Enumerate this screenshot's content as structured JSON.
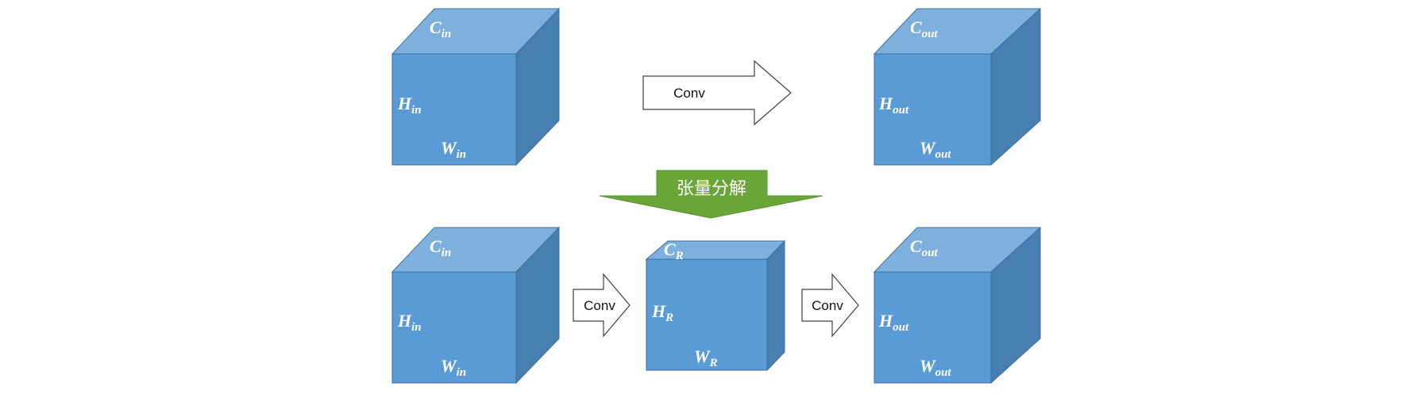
{
  "colors": {
    "cube_front": "#5b9bd5",
    "cube_top": "#7eb0de",
    "cube_side": "#477fb0",
    "cube_edge": "#3f6f9c",
    "banner": "#6aa53a",
    "arrow_fill": "#ffffff",
    "arrow_stroke": "#404040"
  },
  "top_row": {
    "input_cube": {
      "channel": "C",
      "channel_sub": "in",
      "height": "H",
      "height_sub": "in",
      "width": "W",
      "width_sub": "in"
    },
    "arrow": {
      "label": "Conv"
    },
    "output_cube": {
      "channel": "C",
      "channel_sub": "out",
      "height": "H",
      "height_sub": "out",
      "width": "W",
      "width_sub": "out"
    }
  },
  "decomposition": {
    "label": "张量分解"
  },
  "bottom_row": {
    "input_cube": {
      "channel": "C",
      "channel_sub": "in",
      "height": "H",
      "height_sub": "in",
      "width": "W",
      "width_sub": "in"
    },
    "arrow_1": {
      "label": "Conv"
    },
    "middle_cube": {
      "channel": "C",
      "channel_sub": "R",
      "height": "H",
      "height_sub": "R",
      "width": "W",
      "width_sub": "R"
    },
    "arrow_2": {
      "label": "Conv"
    },
    "output_cube": {
      "channel": "C",
      "channel_sub": "out",
      "height": "H",
      "height_sub": "out",
      "width": "W",
      "width_sub": "out"
    }
  }
}
